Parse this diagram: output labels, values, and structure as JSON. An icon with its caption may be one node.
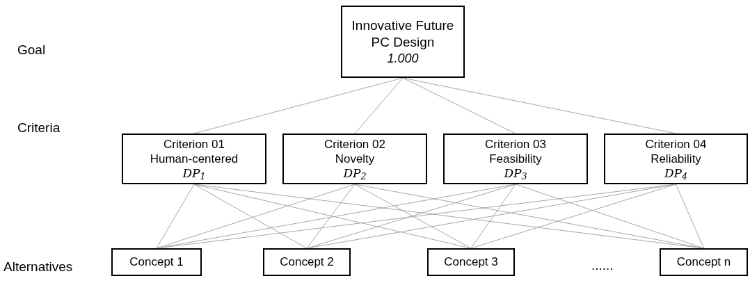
{
  "diagram": {
    "nodes": [
      {
        "text": [
          "Innovative Future PC Design",
          "1.000"
        ]
      },
      {
        "text": [
          "Criterion 01",
          "Human-centered",
          "DP$_{1}$"
        ]
      },
      {
        "text": [
          "Criterion 02",
          "Novelty",
          "DP$_{2}$"
        ]
      },
      {
        "text": [
          "Criterion 03",
          "Feasibility",
          "DP$_{3}$"
        ]
      },
      {
        "text": [
          "Criterion 04",
          "Reliability",
          "DP$_{4}$"
        ]
      },
      {
        "text": [
          "Concept 1"
        ]
      },
      {
        "text": [
          "Concept 2"
        ]
      },
      {
        "text": [
          "Concept 3"
        ]
      },
      {
        "text": [
          "Concept n"
        ]
      }
    ],
    "edges": [
      {
        "from": 0,
        "to": 1,
        "arrow": "none"
      },
      {
        "from": 0,
        "to": 2,
        "arrow": "none"
      },
      {
        "from": 0,
        "to": 3,
        "arrow": "none"
      },
      {
        "from": 0,
        "to": 4,
        "arrow": "none"
      },
      {
        "from": 1,
        "to": 5,
        "arrow": "none"
      },
      {
        "from": 1,
        "to": 6,
        "arrow": "none"
      },
      {
        "from": 1,
        "to": 7,
        "arrow": "none"
      },
      {
        "from": 1,
        "to": 8,
        "arrow": "none"
      },
      {
        "from": 2,
        "to": 5,
        "arrow": "none"
      },
      {
        "from": 2,
        "to": 6,
        "arrow": "none"
      },
      {
        "from": 2,
        "to": 7,
        "arrow": "none"
      },
      {
        "from": 2,
        "to": 8,
        "arrow": "none"
      },
      {
        "from": 3,
        "to": 5,
        "arrow": "none"
      },
      {
        "from": 3,
        "to": 6,
        "arrow": "none"
      },
      {
        "from": 3,
        "to": 7,
        "arrow": "none"
      },
      {
        "from": 3,
        "to": 8,
        "arrow": "none"
      },
      {
        "from": 4,
        "to": 5,
        "arrow": "none"
      },
      {
        "from": 4,
        "to": 6,
        "arrow": "none"
      },
      {
        "from": 4,
        "to": 7,
        "arrow": "none"
      },
      {
        "from": 4,
        "to": 8,
        "arrow": "none"
      }
    ],
    "labels": [
      "Goal",
      "Criteria",
      "Alternatives",
      "......"
    ]
  }
}
